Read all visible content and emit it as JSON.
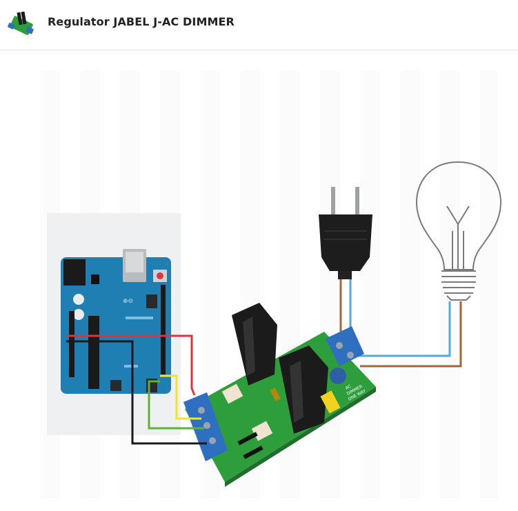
{
  "header": {
    "title": "Regulator JABEL J-AC DIMMER",
    "thumbnail_icon": "dimmer-module-thumbnail-icon"
  },
  "image": {
    "alt": "Wiring diagram: Arduino board connected to AC dimmer module with mains plug and light bulb",
    "module_label_lines": [
      "AC",
      "DIMMER",
      "ONE WAY"
    ],
    "wire_colors": {
      "red": "#d9363e",
      "black": "#1a1a1a",
      "yellow": "#f2e234",
      "green": "#5cb23a",
      "blue": "#53a8dc",
      "brown": "#9c6a3a"
    },
    "board_color": "#1f7fb3",
    "module_pcb_color": "#2e9e3c",
    "terminal_color": "#2f6fc0"
  }
}
